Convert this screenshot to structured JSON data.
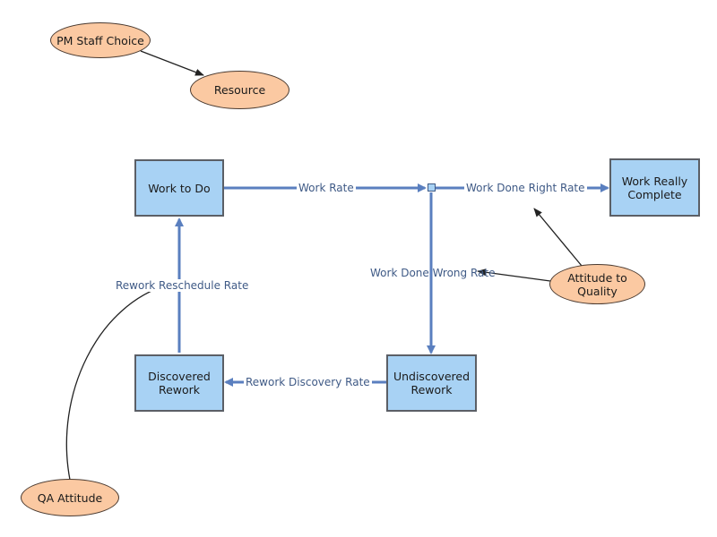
{
  "colors": {
    "stock_fill": "#a8d2f4",
    "stock_border": "#5b5f66",
    "variable_fill": "#fbc9a2",
    "flow": "#5a7fbf",
    "link": "#222222",
    "label_text": "#3f5a86"
  },
  "stocks": {
    "work_to_do": "Work to Do",
    "work_really_complete": "Work Really\nComplete",
    "discovered_rework": "Discovered\nRework",
    "undiscovered_rework": "Undiscovered\nRework"
  },
  "variables": {
    "pm_staff_choice": "PM Staff Choice",
    "resource": "Resource",
    "attitude_to_quality": "Attitude to\nQuality",
    "qa_attitude": "QA Attitude"
  },
  "flows": {
    "work_rate": "Work Rate",
    "work_done_right_rate": "Work Done Right Rate",
    "work_done_wrong_rate": "Work Done Wrong Rate",
    "rework_discovery_rate": "Rework Discovery Rate",
    "rework_reschedule_rate": "Rework Reschedule Rate"
  }
}
